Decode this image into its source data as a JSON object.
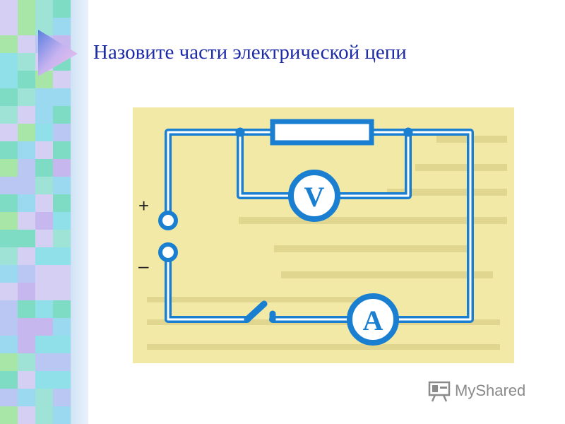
{
  "slide": {
    "title": "Назовите части электрической цепи"
  },
  "diagram": {
    "voltmeter_symbol": "V",
    "ammeter_symbol": "A",
    "terminal_plus": "+",
    "terminal_minus": "–",
    "wire_color": "#1a7fd0",
    "background_color": "#f2e9a6"
  },
  "watermark": {
    "text": "MyShared"
  }
}
